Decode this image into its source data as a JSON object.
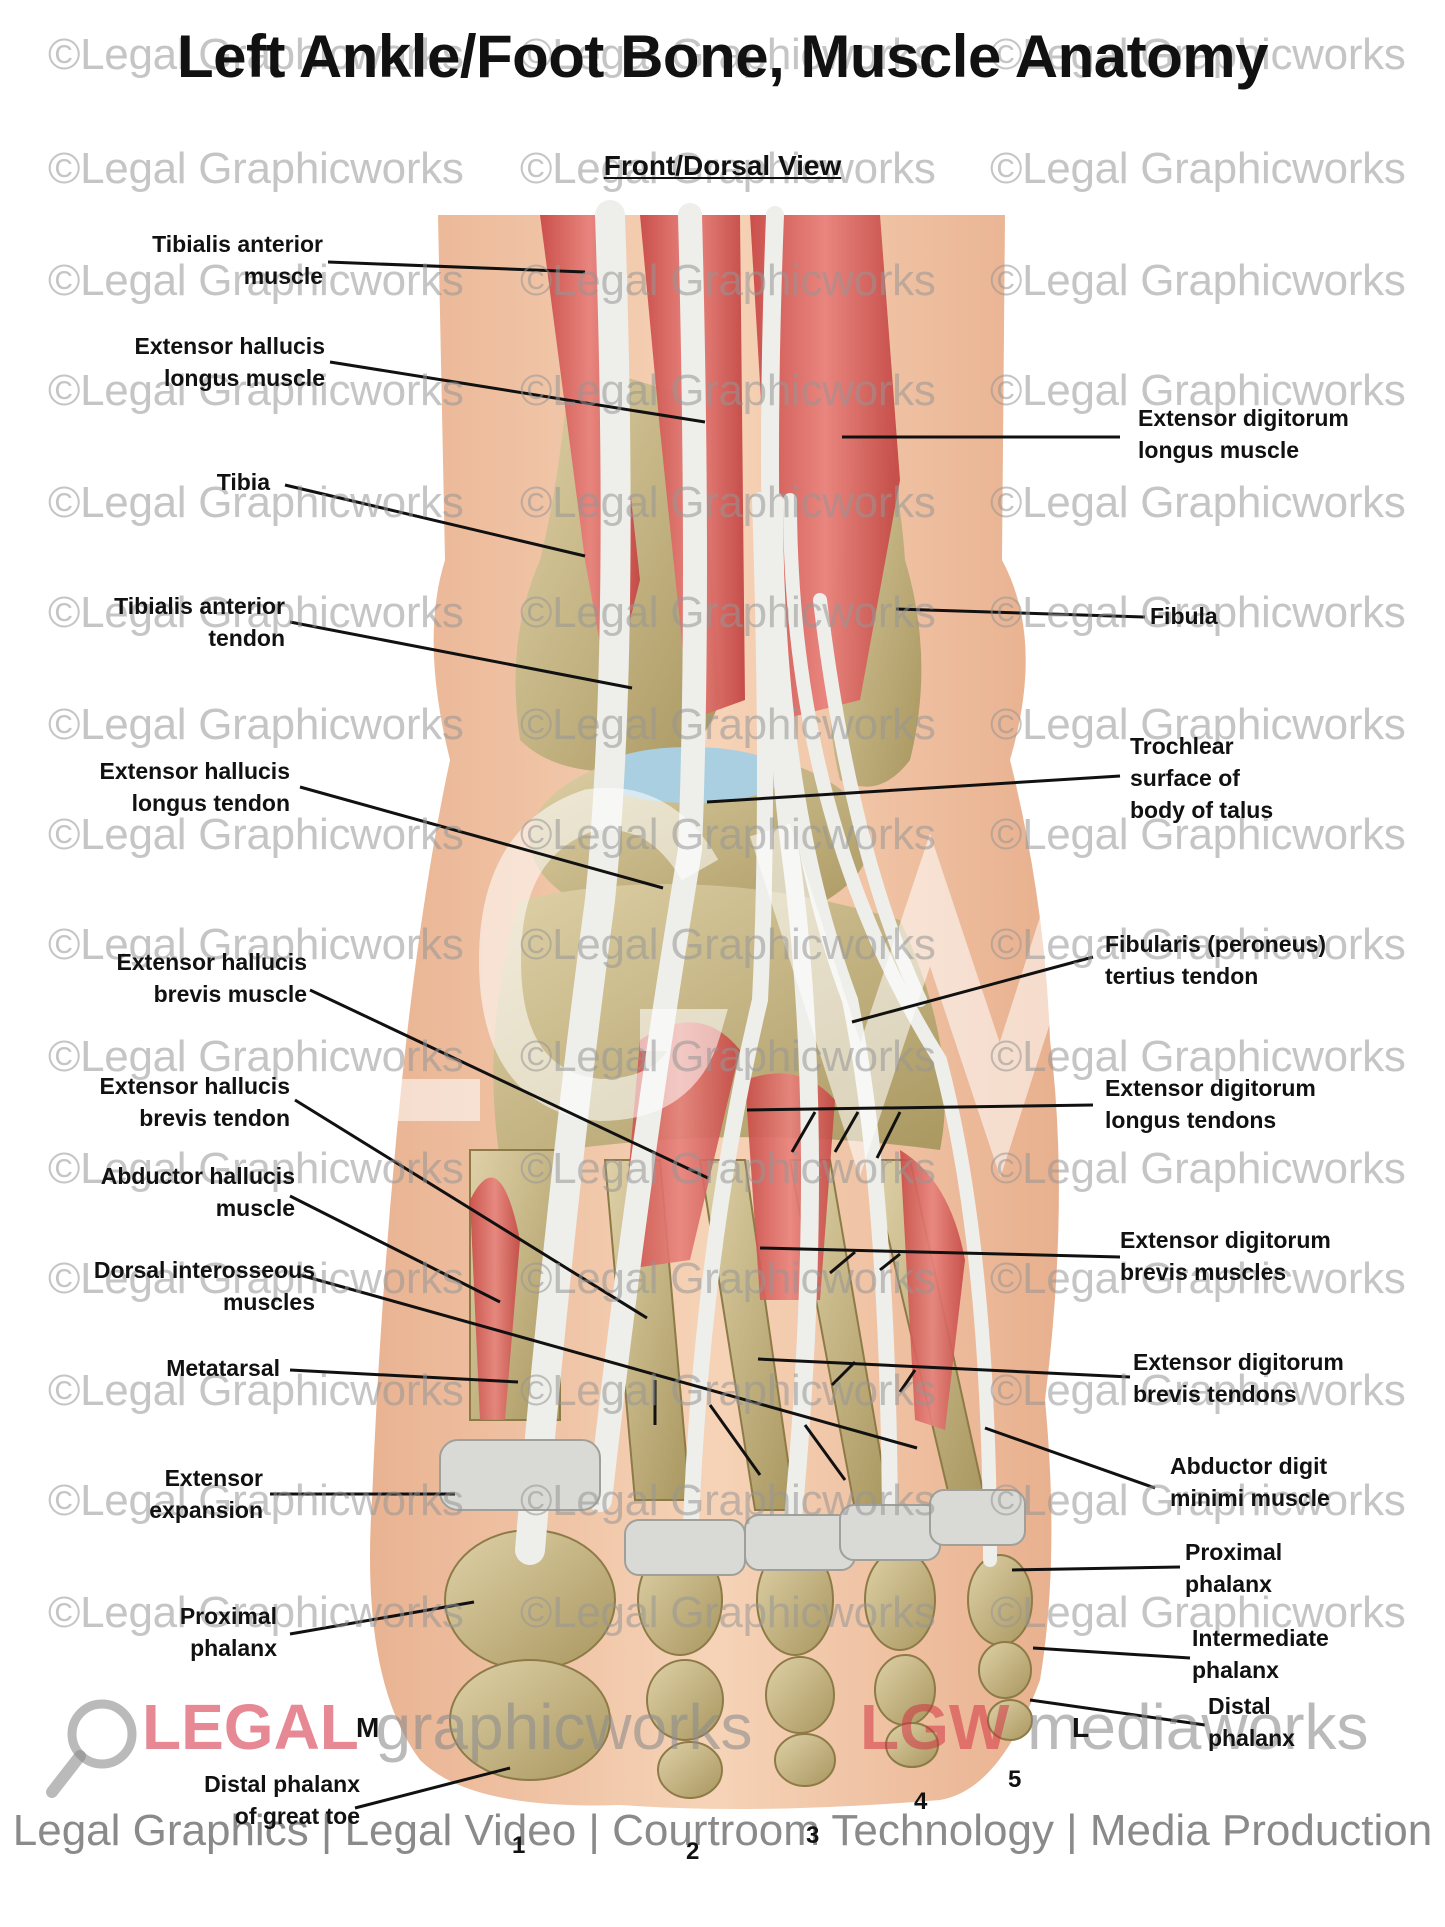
{
  "title": "Left Ankle/Foot Bone, Muscle Anatomy",
  "subtitle": "Front/Dorsal View",
  "watermark": "©Legal Graphicworks",
  "labels": {
    "tibialis_anterior_muscle": "Tibialis anterior\nmuscle",
    "ehl_muscle": "Extensor hallucis\nlongus muscle",
    "tibia": "Tibia",
    "tibialis_anterior_tendon": "Tibialis anterior\ntendon",
    "ehl_tendon": "Extensor hallucis\nlongus tendon",
    "ehb_muscle": "Extensor hallucis\nbrevis muscle",
    "ehb_tendon": "Extensor hallucis\nbrevis tendon",
    "abductor_hallucis": "Abductor hallucis\nmuscle",
    "dorsal_interosseous": "Dorsal interosseous\nmuscles",
    "metatarsal": "Metatarsal",
    "extensor_expansion": "Extensor\nexpansion",
    "proximal_phalanx_left": "Proximal\nphalanx",
    "distal_phalanx_great_toe": "Distal phalanx\nof great toe",
    "edl_muscle": "Extensor digitorum\nlongus muscle",
    "fibula": "Fibula",
    "trochlear_talus": "Trochlear\nsurface of\nbody of talus",
    "fibularis_tertius": "Fibularis (peroneus)\ntertius tendon",
    "edl_tendons": "Extensor digitorum\nlongus tendons",
    "edb_muscles": "Extensor digitorum\nbrevis muscles",
    "edb_tendons": "Extensor digitorum\nbrevis tendons",
    "abductor_digiti_minimi": "Abductor digit\nminimi muscle",
    "proximal_phalanx_right": "Proximal\nphalanx",
    "intermediate_phalanx": "Intermediate\nphalanx",
    "distal_phalanx_right": "Distal\nphalanx"
  },
  "toe_numbers": [
    "1",
    "2",
    "3",
    "4",
    "5"
  ],
  "side_markers": {
    "medial": "M",
    "lateral": "L"
  },
  "logos": {
    "legal_bold": "LEGAL",
    "legal_light": "graphicworks",
    "lgw_bold": "LGW",
    "lgw_light": "mediaworks"
  },
  "footer": "Legal Graphics | Legal Video | Courtroom Technology | Media Production",
  "colors": {
    "muscle": "#d9645f",
    "tendon": "#e9e9e6",
    "bone": "#c9b98e",
    "skin": "#f2c9a8",
    "cartilage": "#a9cfe0",
    "leader": "#111111"
  }
}
